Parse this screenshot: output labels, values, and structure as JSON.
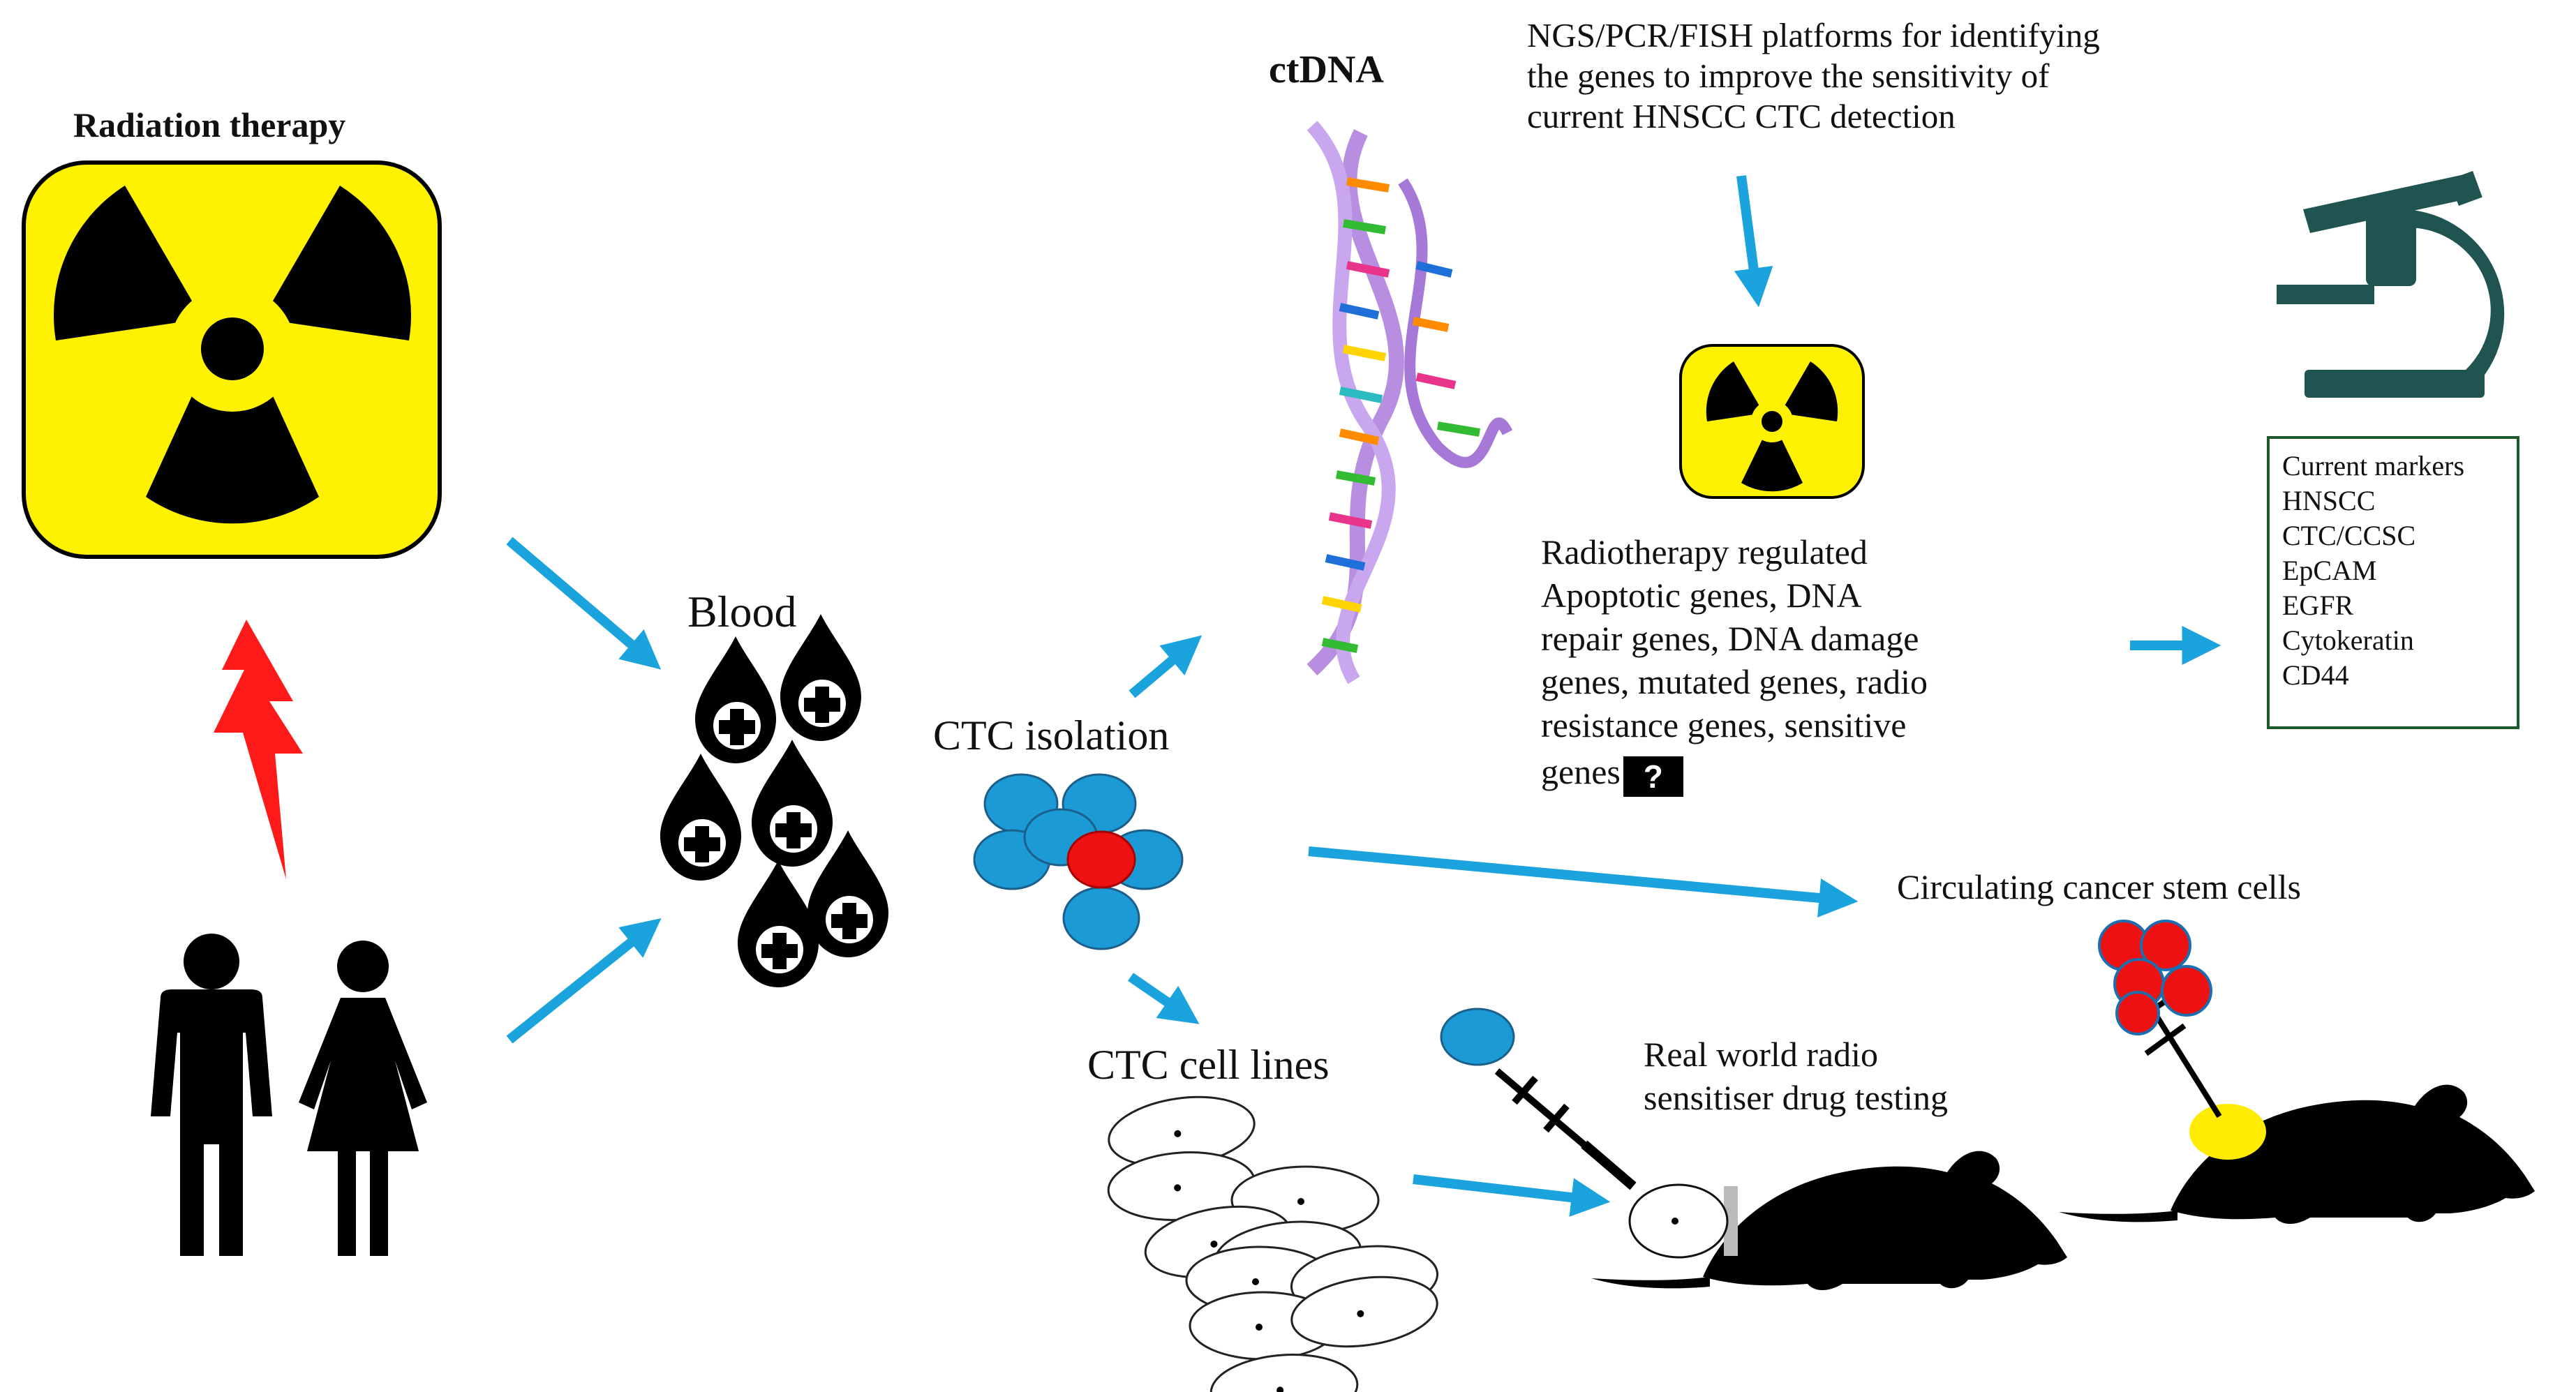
{
  "labels": {
    "radiation_therapy": "Radiation therapy",
    "blood": "Blood",
    "ctc_isolation": "CTC isolation",
    "ctdna": "ctDNA",
    "ngs_platforms": [
      "NGS/PCR/FISH platforms for identifying",
      "the genes to improve the sensitivity of",
      "current HNSCC CTC detection"
    ],
    "radiotherapy_genes": [
      "Radiotherapy regulated",
      "Apoptotic genes, DNA",
      "repair genes, DNA damage",
      "genes, mutated genes, radio",
      "resistance genes, sensitive",
      "genes"
    ],
    "question_mark": "?",
    "circulating_cancer_stem_cells": "Circulating cancer stem cells",
    "ctc_cell_lines": "CTC cell lines",
    "drug_testing": [
      "Real world radio",
      "sensitiser drug testing"
    ]
  },
  "markers_box": {
    "title": "Current markers",
    "items": [
      "HNSCC",
      "CTC/CCSC",
      "EpCAM",
      "EGFR",
      "Cytokeratin",
      "CD44"
    ]
  },
  "colors": {
    "arrow": "#1aa3dc",
    "radiation_yellow": "#fff200",
    "lightning": "#ff1a1a",
    "cell_blue": "#1b9ad6",
    "cell_red": "#ee1111",
    "microscope": "#1f5451",
    "markers_border": "#1d5a2a",
    "dna_purple": "#b88fe0"
  },
  "icons": [
    "radiation-hazard-icon",
    "lightning-icon",
    "people-icon",
    "blood-drops-icon",
    "cell-cluster-icon",
    "dna-helix-icon",
    "microscope-icon",
    "mouse-icon",
    "syringe-icon",
    "question-mark-icon"
  ]
}
